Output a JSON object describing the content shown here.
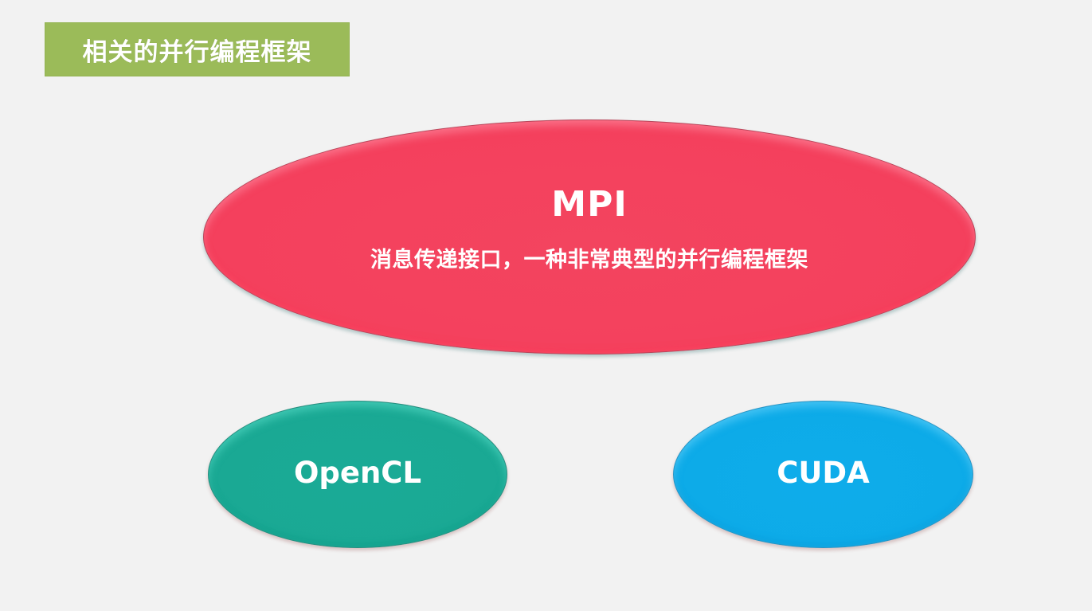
{
  "slide": {
    "title": "相关的并行编程框架",
    "colors": {
      "background": "#f2f2f2",
      "title_box": "#9bbb59",
      "mpi": "#f4405d",
      "opencl": "#1aa994",
      "cuda": "#0dabe8",
      "text": "#ffffff"
    }
  },
  "diagram": {
    "nodes": [
      {
        "id": "mpi",
        "label": "MPI",
        "description": "消息传递接口，一种非常典型的并行编程框架"
      },
      {
        "id": "opencl",
        "label": "OpenCL"
      },
      {
        "id": "cuda",
        "label": "CUDA"
      }
    ]
  }
}
